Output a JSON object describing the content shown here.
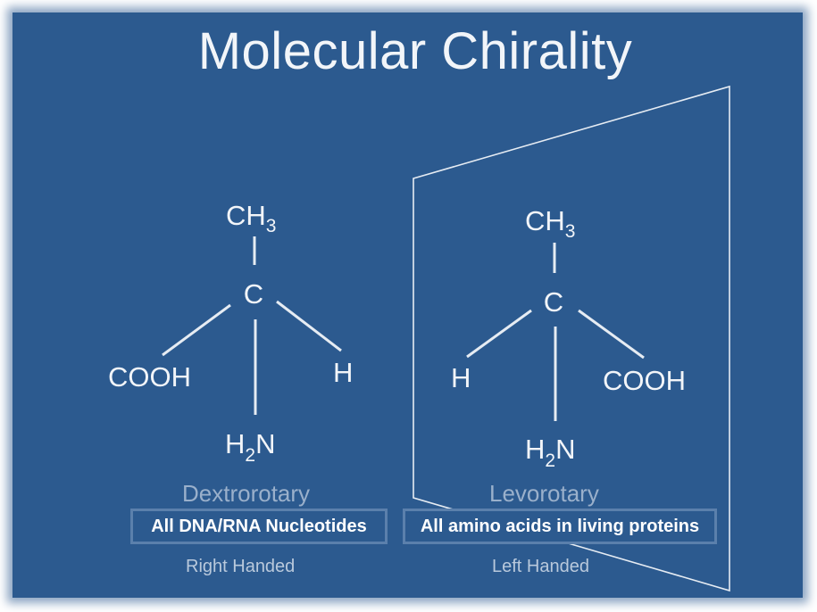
{
  "title": "Molecular Chirality",
  "left_molecule": {
    "top_group": {
      "base": "CH",
      "sub": "3"
    },
    "center": "C",
    "left_group": "COOH",
    "right_group": "H",
    "bottom_group": {
      "base": "H",
      "sub": "2",
      "tail": "N"
    },
    "rotation_label": "Dextrorotary",
    "box_label": "All DNA/RNA Nucleotides",
    "hand_label": "Right Handed"
  },
  "right_molecule": {
    "top_group": {
      "base": "CH",
      "sub": "3"
    },
    "center": "C",
    "left_group": "H",
    "right_group": "COOH",
    "bottom_group": {
      "base": "H",
      "sub": "2",
      "tail": "N"
    },
    "rotation_label": "Levorotary",
    "box_label": "All amino acids in living proteins",
    "hand_label": "Left Handed"
  },
  "colors": {
    "background": "#2c5a8f",
    "text": "#f2f5f9",
    "muted_text": "#9ab0cb",
    "box_border": "#5b80ac"
  }
}
